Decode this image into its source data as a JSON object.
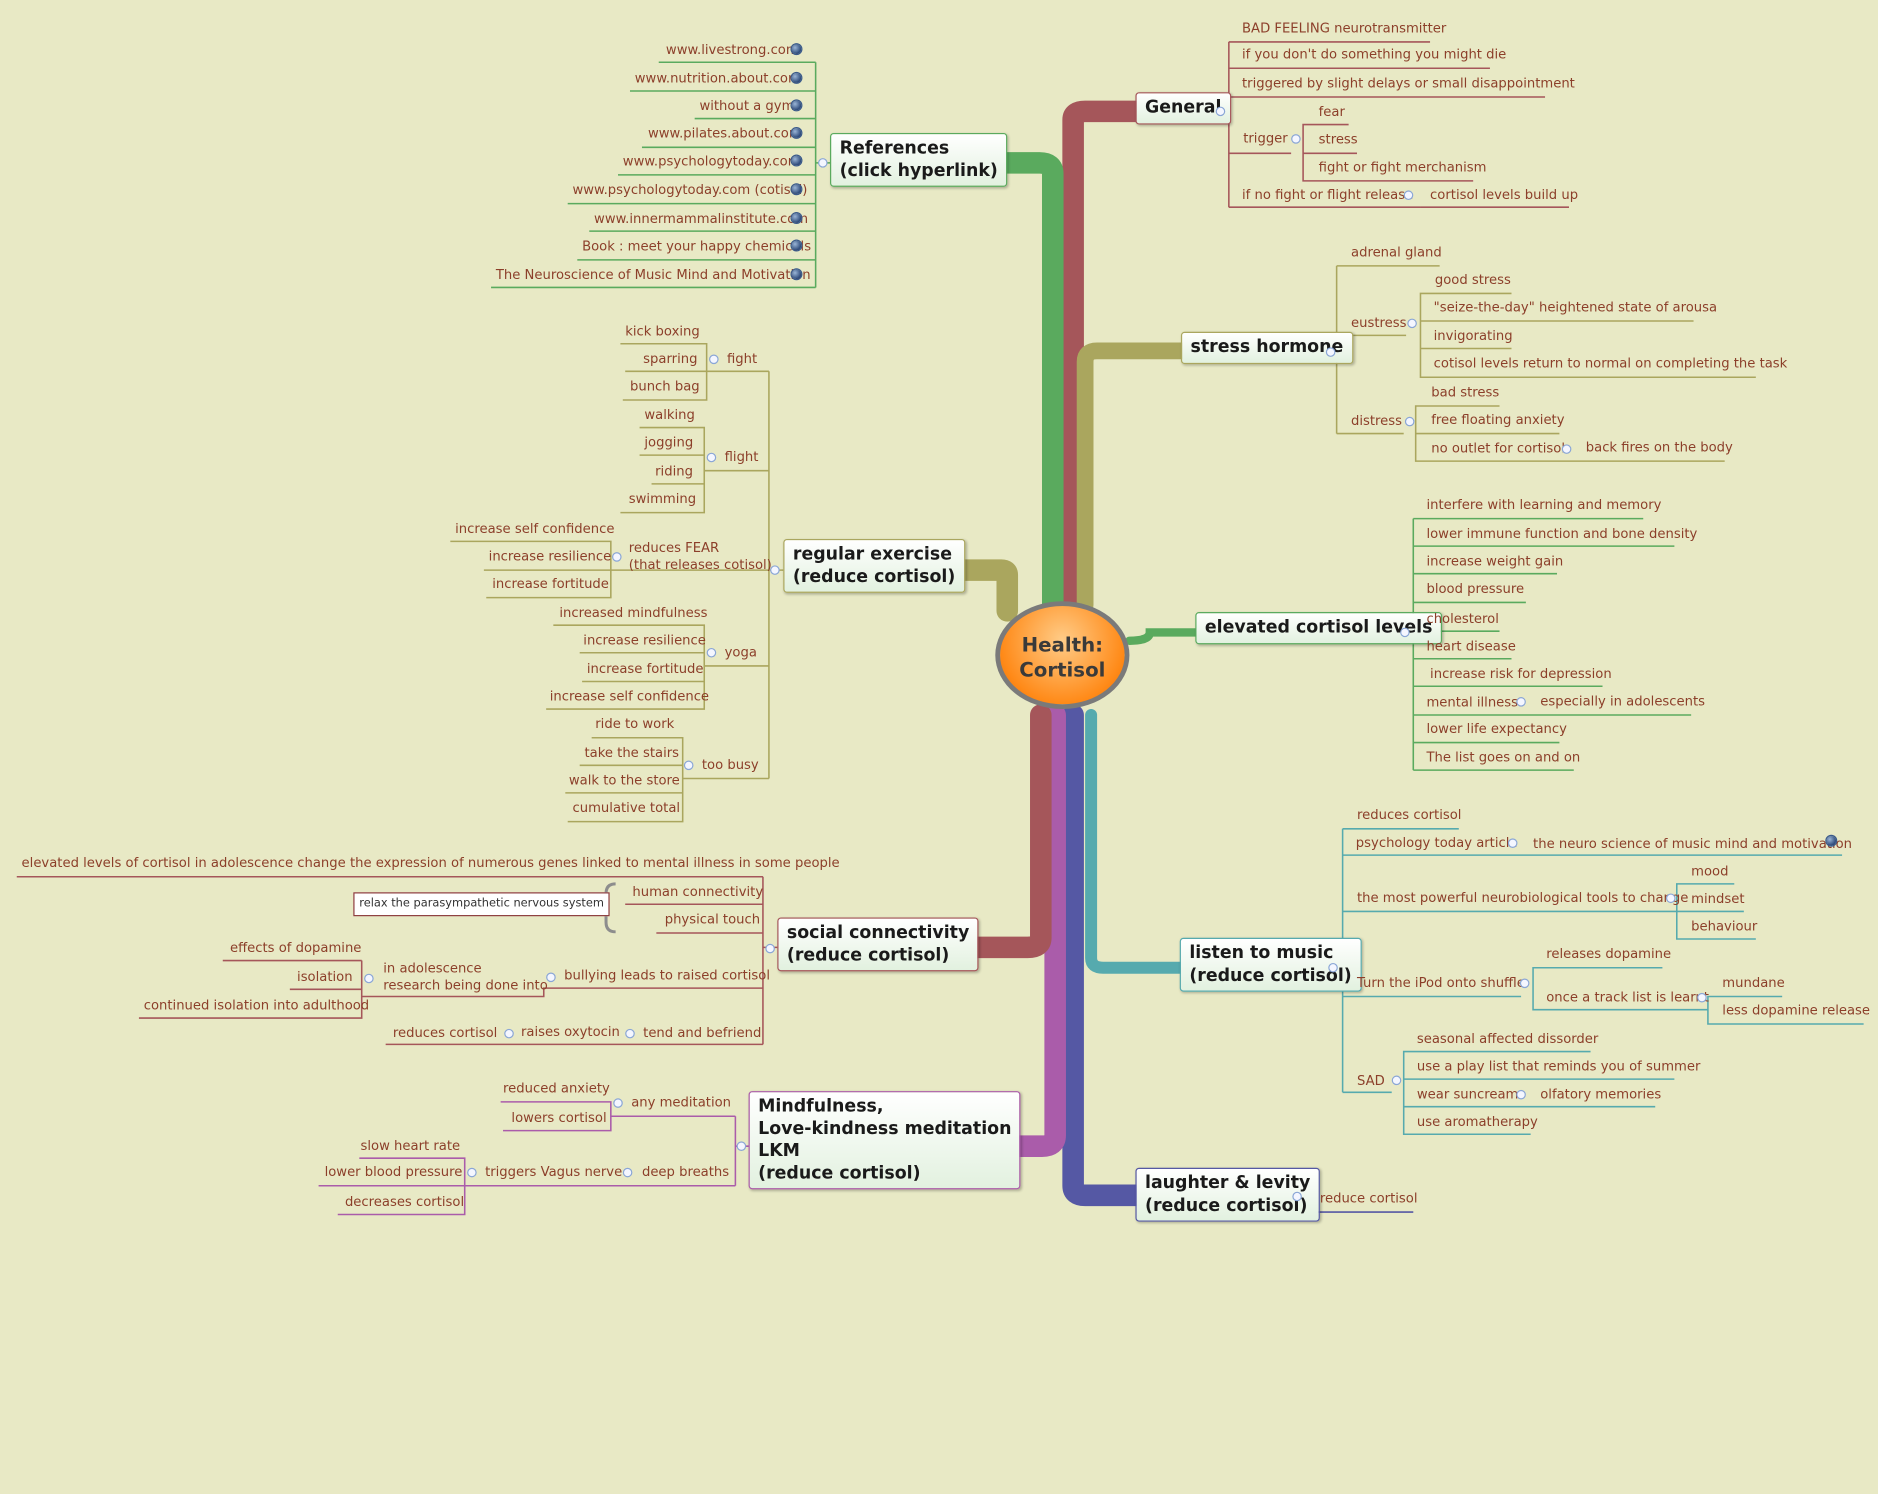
{
  "central": {
    "line1": "Health:",
    "line2": "Cortisol"
  },
  "general": {
    "title": "General",
    "items": [
      "BAD FEELING neurotransmitter",
      "if you don't do something you might die",
      "triggered by slight delays or small disappointment",
      "trigger",
      "fear",
      "stress",
      "fight or fight merchanism",
      "if no fight or flight release",
      "cortisol levels build up"
    ]
  },
  "stress_hormone": {
    "title": "stress hormone",
    "items": [
      "adrenal gland",
      "eustress",
      "good stress",
      "\"seize-the-day\" heightened state of arousa",
      "invigorating",
      "cotisol levels return to normal on completing the task",
      "distress",
      "bad stress",
      "free floating anxiety",
      "no outlet for cortisol",
      "back fires on the body"
    ]
  },
  "elevated": {
    "title": "elevated cortisol levels",
    "items": [
      "interfere with learning and memory",
      "lower immune function and bone density",
      "increase weight gain",
      "blood pressure",
      "cholesterol",
      "heart disease",
      "increase risk for depression",
      "mental illness",
      "especially in adolescents",
      "lower life expectancy",
      "The list goes on and on"
    ]
  },
  "music": {
    "line1": "listen to music",
    "line2": "(reduce cortisol)",
    "items": [
      "reduces cortisol",
      "psychology today article",
      "the neuro science of music mind and motivation",
      "the most powerful neurobiological tools to change",
      "mood",
      "mindset",
      "behaviour",
      "Turn the iPod onto shuffle",
      "releases dopamine",
      "once a track list is learnt",
      "mundane",
      "less dopamine release",
      "SAD",
      "seasonal affected dissorder",
      "use a play list that reminds you of summer",
      "wear suncream",
      "olfatory memories",
      "use aromatherapy"
    ]
  },
  "laughter": {
    "line1": "laughter & levity",
    "line2": "(reduce cortisol)",
    "items": [
      "reduce cortisol"
    ]
  },
  "mindfulness": {
    "line1": "Mindfulness,",
    "line2": "Love-kindness meditation",
    "line3": "LKM",
    "line4": "(reduce cortisol)",
    "items": [
      "any meditation",
      "reduced anxiety",
      "lowers cortisol",
      "deep breaths",
      "triggers Vagus nerve",
      "slow heart rate",
      "lower blood pressure",
      "decreases cortisol"
    ]
  },
  "social": {
    "line1": "social connectivity",
    "line2": "(reduce cortisol)",
    "items": [
      "elevated levels of cortisol in adolescence change the expression of numerous genes linked to mental illness in some people",
      "human connectivity",
      "physical touch",
      "bullying leads to raised cortisol",
      "in adolescence",
      "research being done into",
      "effects of dopamine",
      "isolation",
      "continued isolation into adulthood",
      "tend and befriend",
      "raises oxytocin",
      "reduces cortisol"
    ],
    "note": "relax the parasympathetic nervous system"
  },
  "exercise": {
    "line1": "regular exercise",
    "line2": "(reduce cortisol)",
    "items": [
      "fight",
      "kick boxing",
      "sparring",
      "bunch bag",
      "flight",
      "walking",
      "jogging",
      "riding",
      "swimming",
      "reduces FEAR",
      "(that releases cotisol)",
      "increase self confidence",
      "increase resilience",
      "increase fortitude",
      "yoga",
      "increased mindfulness",
      "increase resilience",
      "increase fortitude",
      "increase self confidence",
      "too busy",
      "ride to work",
      "take the stairs",
      "walk to the store",
      "cumulative total"
    ]
  },
  "references": {
    "line1": "References",
    "line2": "(click hyperlink)",
    "items": [
      "www.livestrong.com",
      "www.nutrition.about.com",
      "without a gym",
      "www.pilates.about.com",
      "www.psychologytoday.com",
      "www.psychologytoday.com (cotisol)",
      "www.innermammalinstitute.com",
      "Book : meet your happy chemicals",
      "The Neuroscience of Music Mind and Motivation"
    ]
  },
  "colors": {
    "background": "#e8e9c5",
    "general": "#a5565a",
    "stress": "#aaa65e",
    "elevated": "#5aaa5e",
    "music": "#56aaae",
    "laughter": "#5558a4",
    "mindfulness": "#aa5caa",
    "social": "#a5565a",
    "exercise": "#aaa65e",
    "references": "#5aaa5e",
    "text": "#8c3f2a",
    "central": "#ff8a18"
  }
}
